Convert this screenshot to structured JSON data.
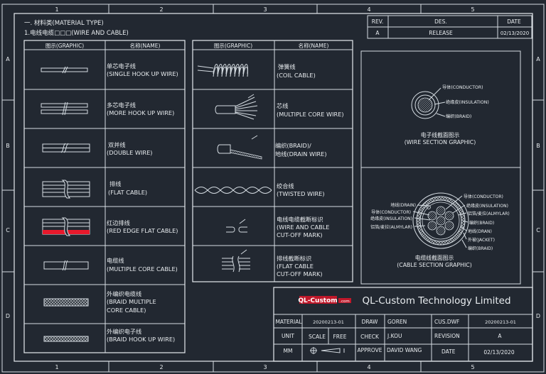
{
  "frame": {
    "columns": [
      "1",
      "2",
      "3",
      "4",
      "5"
    ],
    "rows": [
      "A",
      "B",
      "C",
      "D"
    ]
  },
  "header": {
    "section_title": "一. 材料类(MATERIAL TYPE)",
    "subsection_title": "1.电线电缆□□□(WIRE AND CABLE)"
  },
  "revision_table": {
    "headers": [
      "REV.",
      "DES.",
      "DATE"
    ],
    "row": [
      "A",
      "RELEASE",
      "02/13/2020"
    ]
  },
  "left_table": {
    "col_graphic": "图示(GRAPHIC)",
    "col_name": "名称(NAME)",
    "rows": [
      {
        "line1": "单芯电子线",
        "line2": "(SINGLE HOOK UP WIRE)",
        "line3": ""
      },
      {
        "line1": "多芯电子线",
        "line2": "(MORE HOOK UP WIRE)",
        "line3": ""
      },
      {
        "line1": "双并线",
        "line2": "(DOUBLE WIRE)",
        "line3": ""
      },
      {
        "line1": "排线",
        "line2": "(FLAT CABLE)",
        "line3": ""
      },
      {
        "line1": "红边排线",
        "line2": "(RED EDGE FLAT CABLE)",
        "line3": ""
      },
      {
        "line1": "电缆线",
        "line2": "(MULTIPLE CORE CABLE)",
        "line3": ""
      },
      {
        "line1": "外编织电缆线",
        "line2": "(BRAID MULTIPLE",
        "line3": "CORE CABLE)"
      },
      {
        "line1": "外编织电子线",
        "line2": "(BRAID  HOOK UP WIRE)",
        "line3": ""
      }
    ]
  },
  "mid_table": {
    "col_graphic": "图示(GRAPHIC)",
    "col_name": "名称(NAME)",
    "rows": [
      {
        "line1": "弹簧线",
        "line2": "(COIL CABLE)",
        "line3": ""
      },
      {
        "line1": "芯线",
        "line2": "(MULTIPLE CORE WIRE)",
        "line3": ""
      },
      {
        "line1": "编织(BRAID)/",
        "line2": "地线(DRAIN WIRE)",
        "line3": ""
      },
      {
        "line1": "绞合线",
        "line2": "(TWISTED WIRE)",
        "line3": ""
      },
      {
        "line1": "电线电缆截断标识",
        "line2": "(WIRE AND CABLE",
        "line3": "CUT-OFF MARK)"
      },
      {
        "line1": "排线截断标识",
        "line2": "(FLAT CABLE",
        "line3": "CUT-OFF MARK)"
      }
    ]
  },
  "wire_section": {
    "labels": [
      "导体(CONDUCTOR)",
      "绝缘皮(INSULATION)",
      "编织(BRAID)"
    ],
    "caption1": "电子线截面图示",
    "caption2": "(WIRE SECTION GRAPHIC)"
  },
  "cable_section": {
    "labels_right": [
      "导体(CONDUCTOR)",
      "绝缘皮(INSULATION)",
      "铝箔/麦拉(ALMYLAR)",
      "编织(BRAID)",
      "地线(DRAN)",
      "外被(JACKET)",
      "编织(BRAID)"
    ],
    "labels_left": [
      "地线(DRAIN)",
      "导体(CONDUCTOR)",
      "绝缘皮(INSULATION)",
      "铝箔/麦拉(ALMYLAR)"
    ],
    "caption1": "电缆线截面图示",
    "caption2": "(CABLE SECTION GRAPHIC)"
  },
  "title_block": {
    "logo_text": "QL-Custom",
    "logo_sub": ".com",
    "company": "QL-Custom Technology Limited",
    "material_label": "MATERIAL",
    "material_value": "20200213-01",
    "draw_label": "DRAW",
    "draw_value": "GOREN",
    "cus_label": "CUS.DWF",
    "cus_value": "20200213-01",
    "unit_label": "UNIT",
    "scale_label": "SCALE",
    "scale_value": "FREE",
    "check_label": "CHECK",
    "check_value": "J.KOU",
    "revision_label": "REVISION",
    "revision_value": "A",
    "mm_label": "MM",
    "approve_label": "APPROVE",
    "approve_value": "DAVID WANG",
    "date_label": "DATE",
    "date_value": "02/13/2020"
  },
  "colors": {
    "background": "#222831",
    "lines": "#d6dde3",
    "red_edge": "#e8192c",
    "logo_red": "#c0182a"
  }
}
